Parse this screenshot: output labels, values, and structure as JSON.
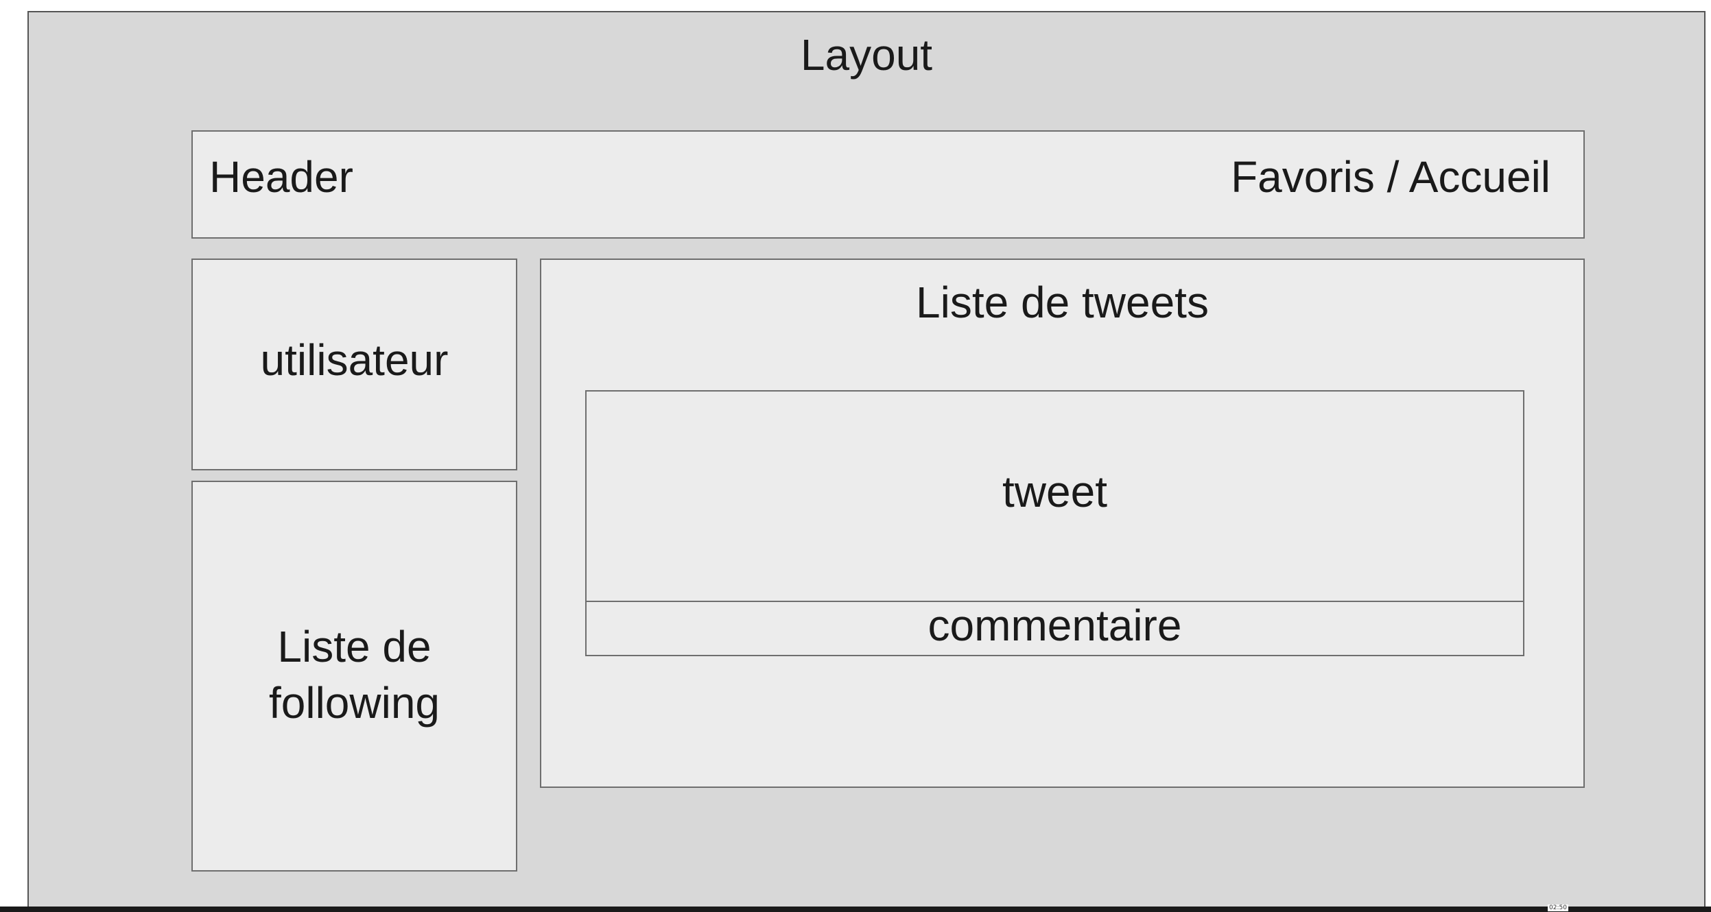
{
  "layout": {
    "title": "Layout"
  },
  "header": {
    "left_label": "Header",
    "right_label": "Favoris / Accueil"
  },
  "user_box": {
    "label": "utilisateur"
  },
  "following_box": {
    "label_line1": "Liste de",
    "label_line2": "following"
  },
  "tweets_box": {
    "title": "Liste de tweets"
  },
  "tweet_box": {
    "label": "tweet"
  },
  "comment_box": {
    "label": "commentaire"
  },
  "video": {
    "timestamp": "02:50"
  },
  "colors": {
    "outer_background": "#d8d8d8",
    "panel_background": "#ececec",
    "border": "#6e6e6e"
  }
}
